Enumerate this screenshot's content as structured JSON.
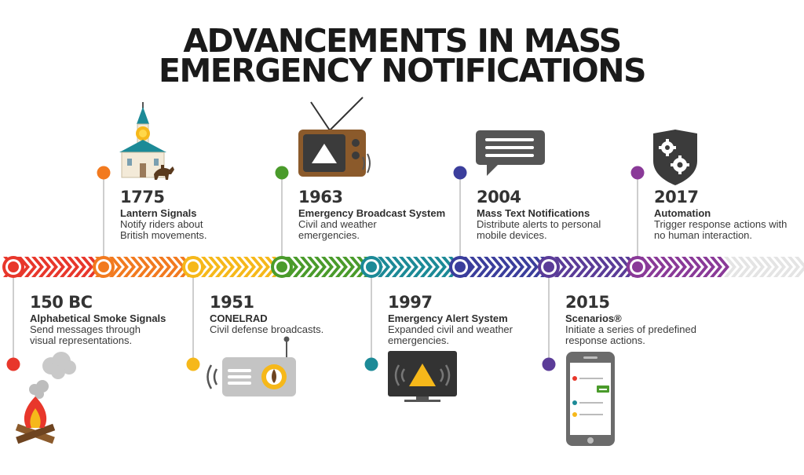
{
  "title": {
    "line1": "ADVANCEMENTS IN MASS",
    "line2": "EMERGENCY NOTIFICATIONS"
  },
  "colors": {
    "timeline": [
      "#e8372b",
      "#f27a1f",
      "#f6b81a",
      "#4a9b2b",
      "#1c8a97",
      "#3b3e9c",
      "#5b3c98",
      "#8a3a98",
      "#e4e4e4"
    ],
    "events": {
      "150bc": "#e8372b",
      "1775": "#f27a1f",
      "1951": "#f6b81a",
      "1963": "#4a9b2b",
      "1997": "#1c8a97",
      "2004": "#3b3e9c",
      "2015": "#5b3c98",
      "2017": "#8a3a98"
    }
  },
  "events": {
    "e150bc": {
      "year": "150 BC",
      "name": "Alphabetical Smoke Signals",
      "desc1": "Send messages through",
      "desc2": "visual representations.",
      "icon": "campfire-icon"
    },
    "e1775": {
      "year": "1775",
      "name": "Lantern Signals",
      "desc1": "Notify riders about",
      "desc2": "British movements.",
      "icon": "church-icon"
    },
    "e1951": {
      "year": "1951",
      "name": "CONELRAD",
      "desc1": "Civil defense broadcasts.",
      "desc2": "",
      "icon": "radio-icon"
    },
    "e1963": {
      "year": "1963",
      "name": "Emergency Broadcast System",
      "desc1": "Civil and weather",
      "desc2": "emergencies.",
      "icon": "tv-icon"
    },
    "e1997": {
      "year": "1997",
      "name": "Emergency Alert System",
      "desc1": "Expanded civil and weather",
      "desc2": "emergencies.",
      "icon": "monitor-icon"
    },
    "e2004": {
      "year": "2004",
      "name": "Mass Text Notifications",
      "desc1": "Distribute alerts to personal",
      "desc2": "mobile devices.",
      "icon": "message-icon"
    },
    "e2015": {
      "year": "2015",
      "name": "Scenarios®",
      "desc1": "Initiate a series of predefined",
      "desc2": "response actions.",
      "icon": "smartphone-icon"
    },
    "e2017": {
      "year": "2017",
      "name": "Automation",
      "desc1": "Trigger response actions with",
      "desc2": "no human interaction.",
      "icon": "gears-shield-icon"
    }
  }
}
